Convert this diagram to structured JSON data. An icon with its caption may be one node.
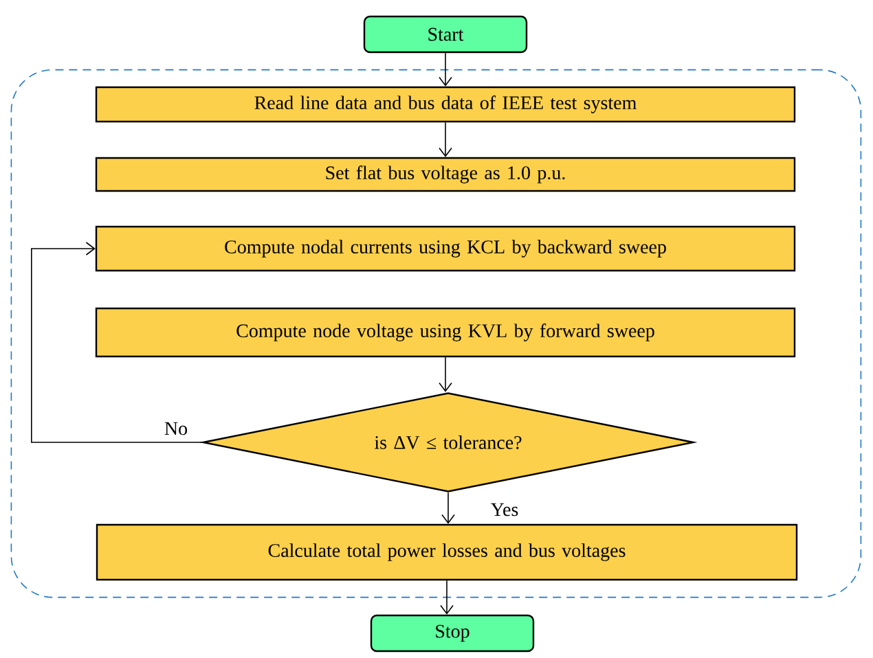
{
  "diagram": {
    "nodes": [
      {
        "text": [
          "Start"
        ]
      },
      {
        "text": [],
        "shape": "box"
      },
      {
        "text": [
          "Read line data and bus data of IEEE test system"
        ],
        "in": 1
      },
      {
        "text": [
          "Set flat bus voltage as 1.0 p.u."
        ],
        "in": 1
      },
      {
        "text": [
          "Compute nodal currents using KCL by backward sweep"
        ],
        "in": 1
      },
      {
        "text": [
          "Compute node voltage using KVL by forward sweep"
        ],
        "in": 1
      },
      {
        "text": [
          "is ΔV ≤ tolerance?"
        ],
        "in": 1
      },
      {
        "text": [
          "Calculate total power losses and bus voltages"
        ],
        "in": 1
      },
      {
        "text": [
          "Stop"
        ]
      }
    ],
    "edges": [
      {
        "from": 0,
        "to": 2,
        "arrow": "to"
      },
      {
        "from": 2,
        "to": 3,
        "arrow": "to"
      },
      {
        "from": 5,
        "to": 6,
        "arrow": "to"
      },
      {
        "from": 6,
        "to": 4,
        "arrow": "to",
        "label": "No"
      },
      {
        "from": 6,
        "to": 7,
        "arrow": "to",
        "label": "Yes"
      },
      {
        "from": 7,
        "to": 8,
        "arrow": "to"
      }
    ]
  }
}
